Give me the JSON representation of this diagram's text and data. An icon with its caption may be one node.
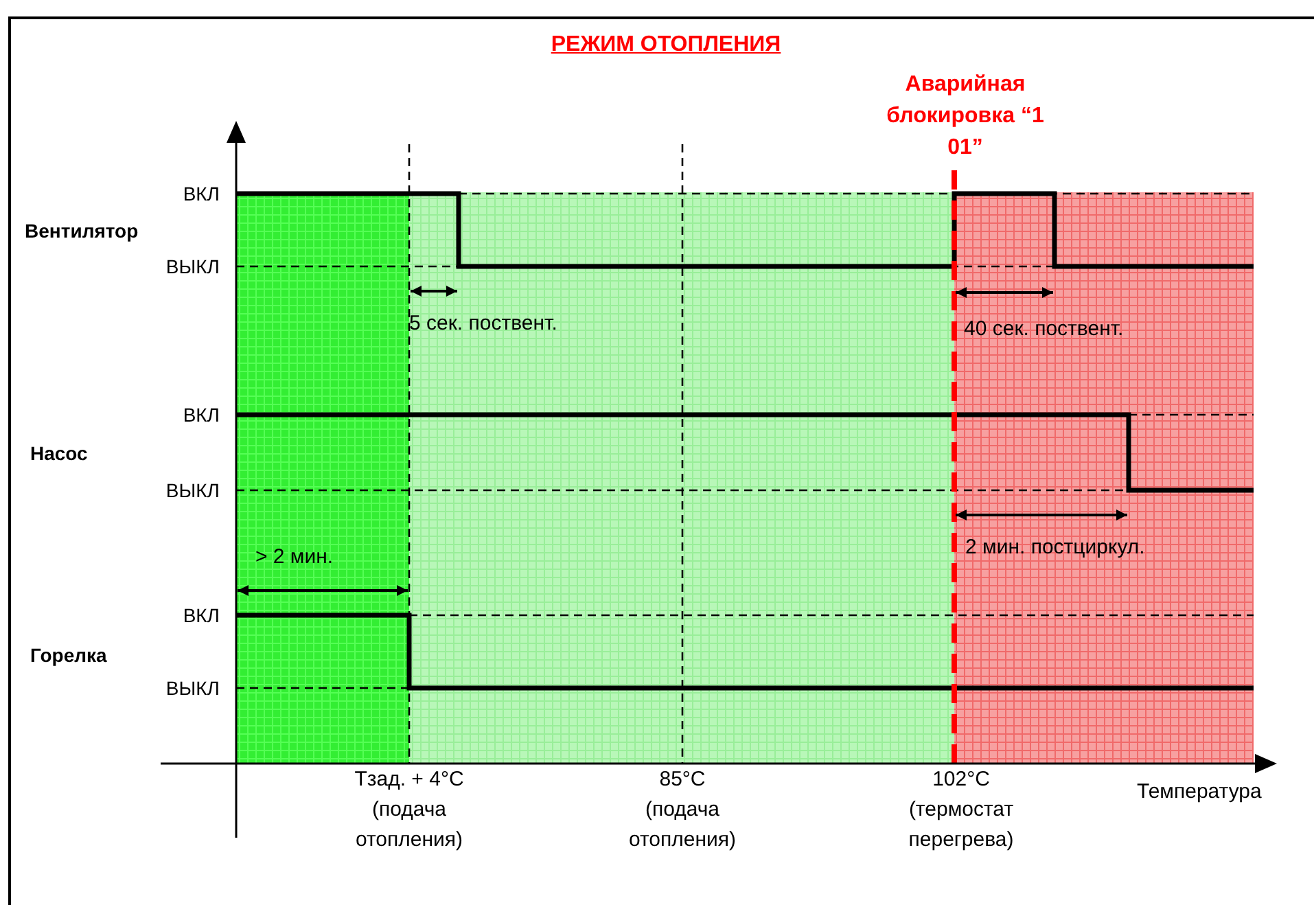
{
  "diagram": {
    "title": "РЕЖИМ ОТОПЛЕНИЯ",
    "labels": [
      "Аварийная блокировка “1 01”",
      "ВКЛ",
      "Вентилятор",
      "ВЫКЛ",
      "5 сек. поствент.",
      "40 сек. поствент.",
      "ВКЛ",
      "Насос",
      "ВЫКЛ",
      "2 мин. постциркул.",
      "> 2 мин.",
      "ВКЛ",
      "Горелка",
      "ВЫКЛ",
      "Тзад. + 4°C",
      "(подача отопления)",
      "85°C",
      "(подача отопления)",
      "102°C",
      "(термостат перегрева)",
      "Температура"
    ]
  }
}
